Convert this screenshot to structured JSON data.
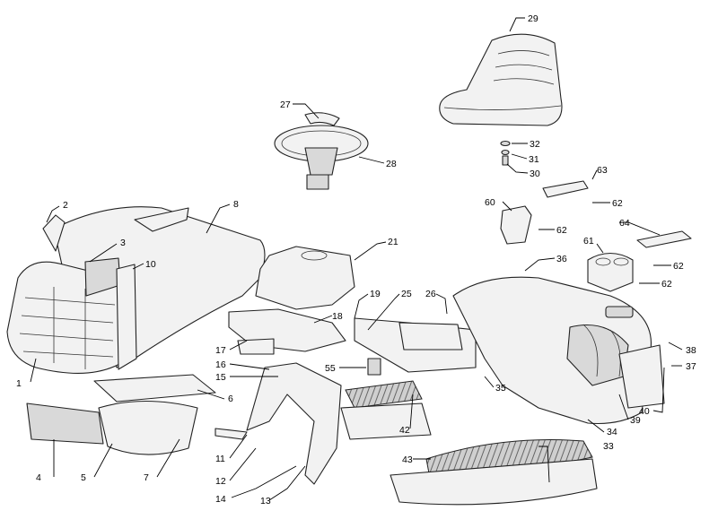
{
  "callouts": {
    "c1": "1",
    "c2": "2",
    "c3": "3",
    "c4": "4",
    "c5": "5",
    "c6": "6",
    "c7": "7",
    "c8": "8",
    "c10": "10",
    "c11": "11",
    "c12": "12",
    "c13": "13",
    "c14": "14",
    "c15": "15",
    "c16": "16",
    "c17": "17",
    "c18": "18",
    "c19": "19",
    "c21": "21",
    "c25": "25",
    "c26": "26",
    "c27": "27",
    "c28": "28",
    "c29": "29",
    "c30": "30",
    "c31": "31",
    "c32": "32",
    "c33": "33",
    "c34": "34",
    "c35": "35",
    "c36": "36",
    "c37": "37",
    "c38": "38",
    "c39": "39",
    "c40": "40",
    "c42": "42",
    "c43": "43",
    "c55": "55",
    "c60": "60",
    "c61": "61",
    "c62a": "62",
    "c62b": "62",
    "c62c": "62",
    "c62d": "62",
    "c63": "63",
    "c64": "64"
  }
}
